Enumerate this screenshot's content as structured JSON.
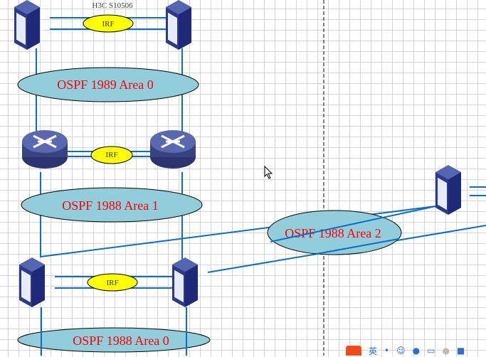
{
  "diagram": {
    "title": "H3C S10506",
    "irf_label": "IRF",
    "areas": [
      "OSPF 1989 Area 0",
      "OSPF 1988 Area 1",
      "OSPF 1988 Area 2",
      "OSPF 1988 Area 0"
    ],
    "colors": {
      "link": "#0a6fc4",
      "area_fill": "#92cddb",
      "irf_fill": "#ffff00",
      "area_text": "#ff0000",
      "device": "#2b3a8c"
    }
  },
  "ime_toolbar": {
    "mode": "英",
    "icons": [
      "sogou-logo-icon",
      "dot-icon",
      "emoji-icon",
      "mic-icon",
      "keyboard-icon",
      "skin-icon",
      "toolbox-icon"
    ]
  }
}
